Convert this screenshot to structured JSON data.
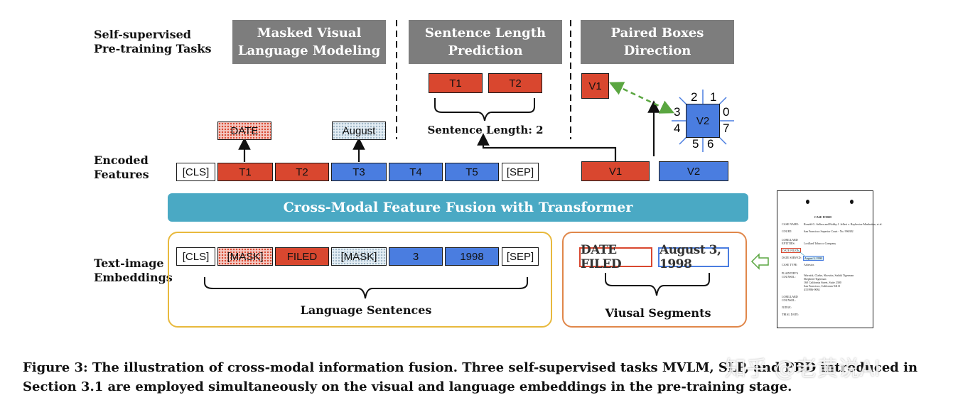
{
  "row_labels": {
    "tasks": [
      "Self-supervised",
      "Pre-training Tasks"
    ],
    "encoded": [
      "Encoded",
      "Features"
    ],
    "embeddings": [
      "Text-image",
      "Embeddings"
    ]
  },
  "tasks": [
    {
      "lines": [
        "Masked Visual",
        "Language Modeling"
      ]
    },
    {
      "lines": [
        "Sentence Length",
        "Prediction"
      ]
    },
    {
      "lines": [
        "Paired Boxes",
        "Direction"
      ]
    }
  ],
  "mvlm_outputs": [
    "DATE",
    "August"
  ],
  "slp": {
    "tokens": [
      "T1",
      "T2"
    ],
    "caption": "Sentence Length: 2"
  },
  "pbd": {
    "v1": "V1",
    "v2": "V2",
    "directions": [
      "2",
      "1",
      "3",
      "0",
      "4",
      "7",
      "5",
      "6"
    ]
  },
  "encoded_tokens": [
    "[CLS]",
    "T1",
    "T2",
    "T3",
    "T4",
    "T5",
    "[SEP]"
  ],
  "encoded_visual": [
    "V1",
    "V2"
  ],
  "fusion_label": "Cross-Modal Feature Fusion with Transformer",
  "embedding_tokens": [
    "[CLS]",
    "[MASK]",
    "FILED",
    "[MASK]",
    "3",
    "1998",
    "[SEP]"
  ],
  "language_label": "Language Sentences",
  "visual_segments": [
    "DATE FILED",
    "August 3, 1998"
  ],
  "visual_label": "Viusal Segments",
  "document": {
    "title": "CASE FORM",
    "fields": [
      "CASE NAME:",
      "COURT:",
      "LORILLARD",
      "ENTITIES:",
      "DATE FILED:",
      "DATE SERVED:",
      "CASE TYPE:",
      "PLAINTIFF'S",
      "COUNSEL:",
      "LORILLARD",
      "COUNSEL:",
      "JUDGE:",
      "TRIAL DATE:"
    ],
    "values": [
      "Ronald G. Sellers and Bobby J. Jelleri v. Raybestos-Manhattan, et al.",
      "San Francisco Superior Court - No. 996382",
      "Lorillard Tobacco Company",
      "August 3, 1998",
      "Asbestos",
      "Warnick, Clarke, Showtin, Suthik Tigerman",
      "Shepherd Tigerman",
      "160 California Street, Suite 2300",
      "San Francisco, California 94111",
      "415/986-9084"
    ]
  },
  "caption": [
    "Figure 3: The illustration of cross-modal information fusion. Three self-supervised tasks MVLM, SLP, and PBD introduced in",
    "Section 3.1 are employed simultaneously on the visual and language embeddings in the pre-training stage."
  ],
  "watermark": "知乎 @老黄说AI",
  "colors": {
    "red": "#d9472f",
    "blue": "#4a7de0",
    "gray": "#7d7d7d",
    "teal": "#4aa9c4",
    "orange": "#e8a23d",
    "green": "#5aa640"
  }
}
